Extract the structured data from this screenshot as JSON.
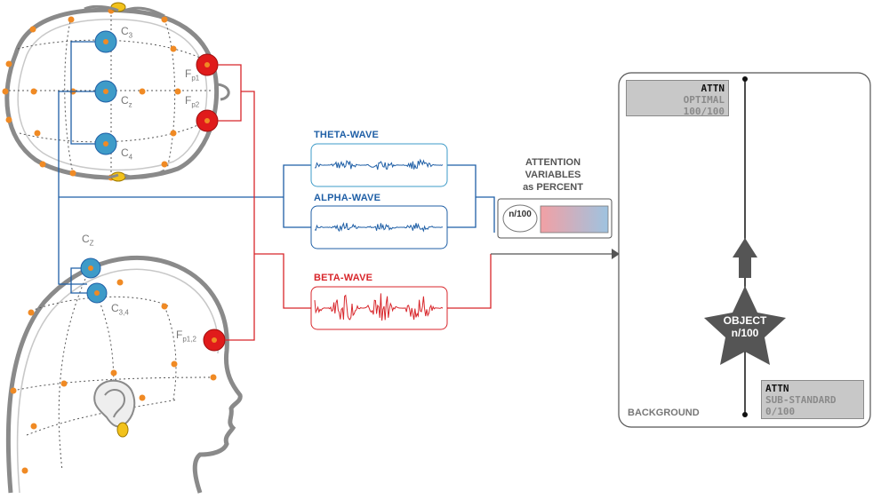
{
  "waves": {
    "theta": {
      "label": "THETA-WAVE",
      "color": "#1f5fa6"
    },
    "alpha": {
      "label": "ALPHA-WAVE",
      "color": "#1f5fa6"
    },
    "beta": {
      "label": "BETA-WAVE",
      "color": "#d8262b"
    }
  },
  "attention": {
    "line1": "ATTENTION",
    "line2": "VARIABLES",
    "line3": "as PERCENT",
    "meter_label": "n/100"
  },
  "electrodes": {
    "c3": {
      "main": "C",
      "sub": "3"
    },
    "cz": {
      "main": "C",
      "sub": "z"
    },
    "c4": {
      "main": "C",
      "sub": "4"
    },
    "fp1": {
      "main": "F",
      "sub": "p1"
    },
    "fp2": {
      "main": "F",
      "sub": "p2"
    },
    "cz_side": {
      "main": "C",
      "sub": "Z"
    },
    "c34": {
      "main": "C",
      "sub": "3,4"
    },
    "fp12": {
      "main": "F",
      "sub": "p1,2"
    }
  },
  "panel": {
    "optimal": {
      "head": "ATTN",
      "line1": "OPTIMAL",
      "line2": "100/100"
    },
    "substandard": {
      "head": "ATTN",
      "line1": "SUB-STANDARD",
      "line2": "0/100"
    },
    "object_line1": "OBJECT",
    "object_line2": "n/100",
    "background": "BACKGROUND"
  },
  "colors": {
    "blue_electrode": "#3e9bc8",
    "red_electrode": "#e01b1b",
    "dot_orange": "#f08a24",
    "ground_yellow": "#f2c21b",
    "line_blue": "#1f5fa6",
    "line_red": "#d8262b",
    "arrow_gray": "#555555"
  }
}
